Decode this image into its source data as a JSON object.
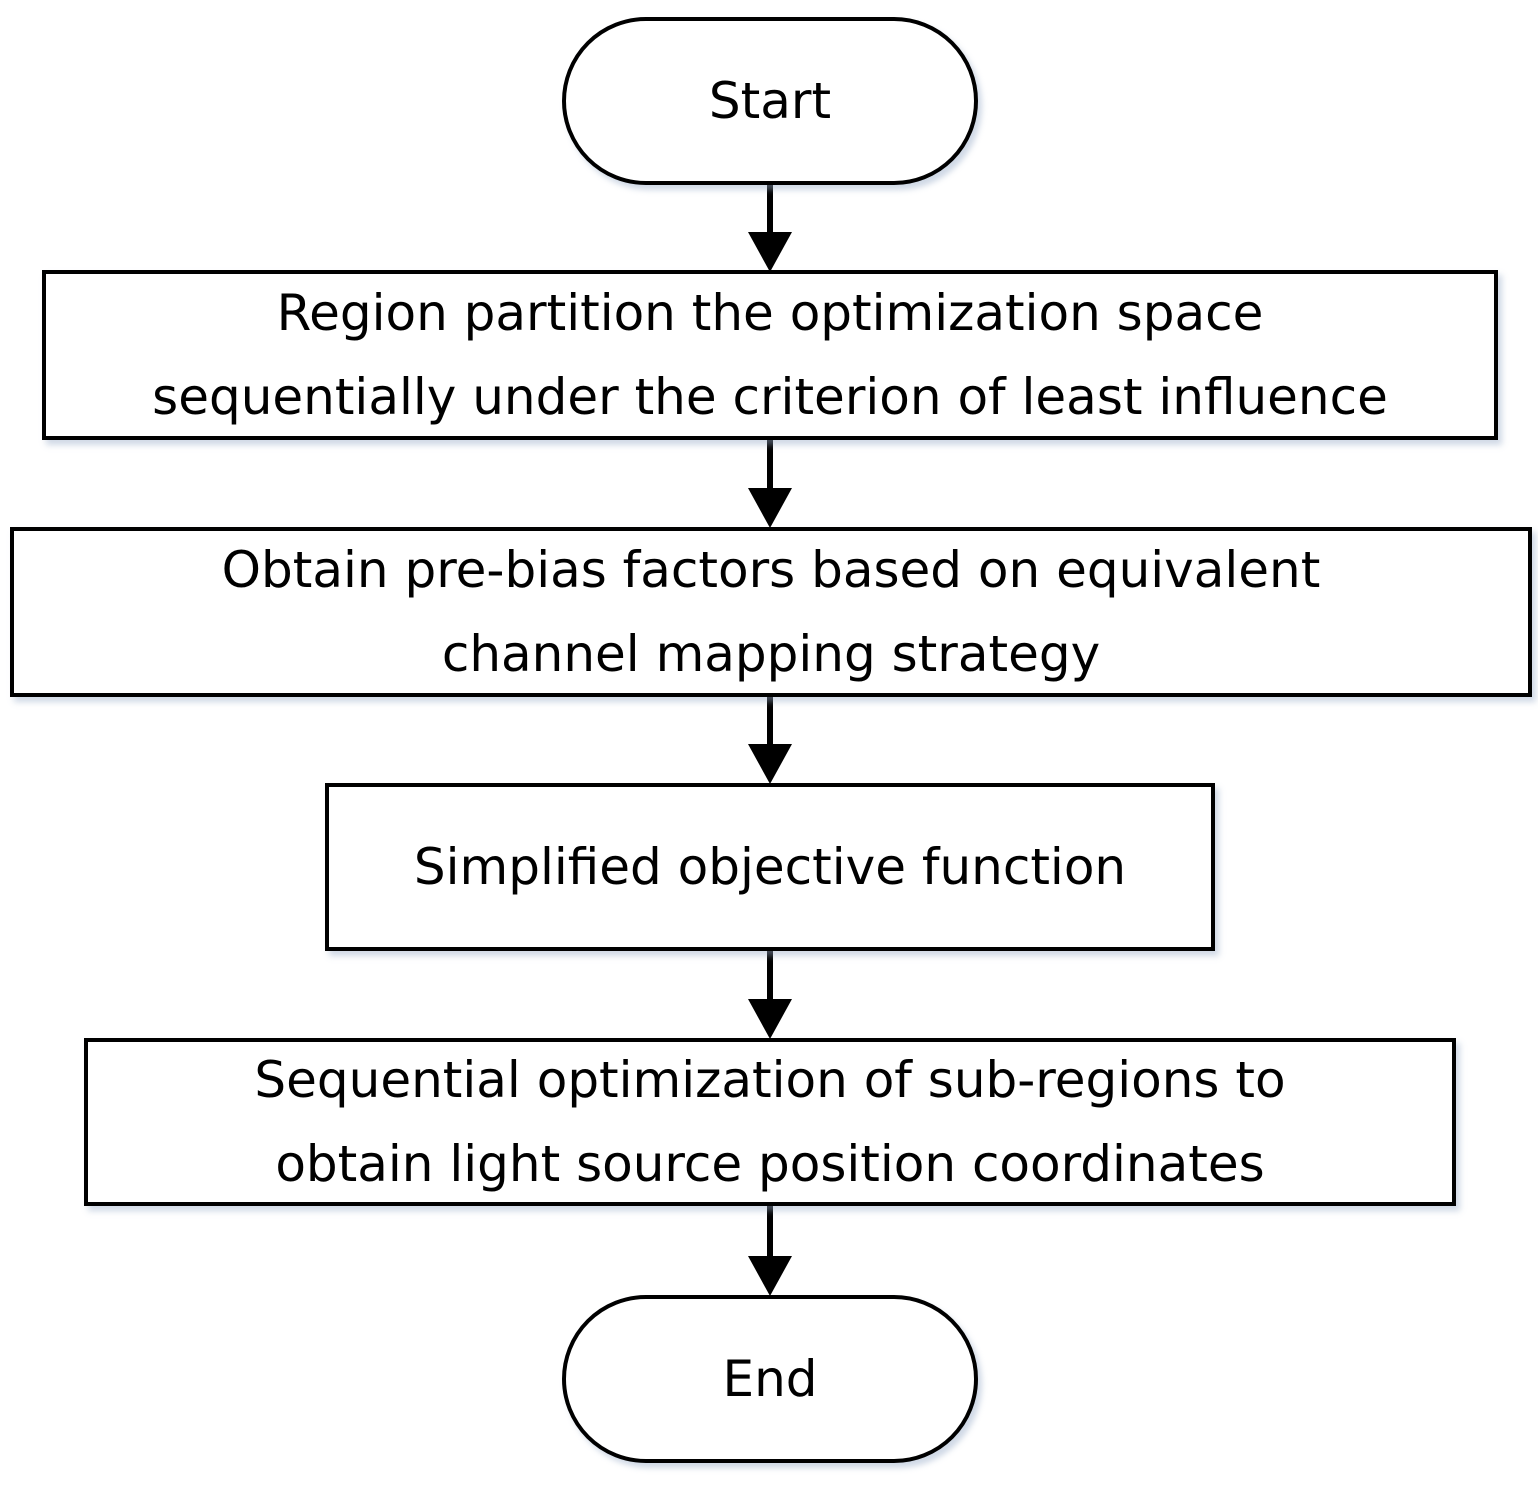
{
  "flowchart": {
    "start": "Start",
    "steps": [
      {
        "line1": "Region partition the optimization space",
        "line2": "sequentially under the criterion of least influence"
      },
      {
        "line1": "Obtain pre-bias factors  based on equivalent",
        "line2": "channel mapping strategy"
      },
      {
        "line1": "Simplified objective function",
        "line2": ""
      },
      {
        "line1": "Sequential optimization of sub-regions to",
        "line2": "obtain light source position coordinates"
      }
    ],
    "end": "End"
  }
}
